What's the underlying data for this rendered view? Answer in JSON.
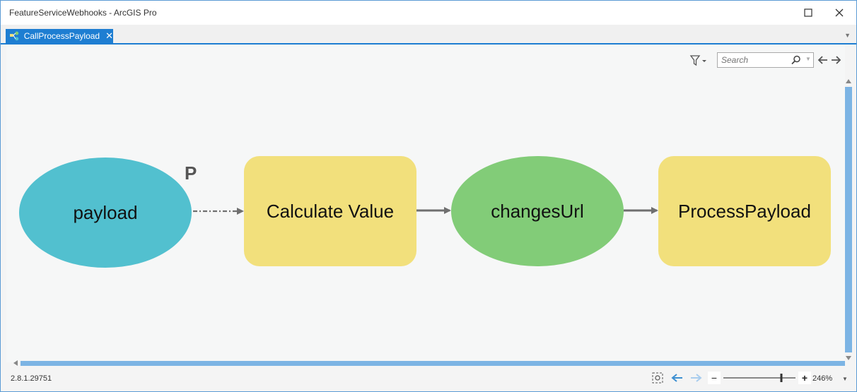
{
  "window": {
    "title": "FeatureServiceWebhooks - ArcGIS Pro",
    "maximize_icon": "maximize-icon",
    "close_icon": "close-icon"
  },
  "tab": {
    "label": "CallProcessPayload",
    "icon": "model-icon",
    "close": "✕"
  },
  "toolbar": {
    "search_placeholder": "Search",
    "filter_icon": "filter-icon"
  },
  "model": {
    "nodes": [
      {
        "id": "payload",
        "label": "payload",
        "shape": "ellipse",
        "color": "#52c0cf"
      },
      {
        "id": "calculate",
        "label": "Calculate Value",
        "shape": "rounded-rect",
        "color": "#f2e07c"
      },
      {
        "id": "changes",
        "label": "changesUrl",
        "shape": "ellipse",
        "color": "#82cc78"
      },
      {
        "id": "process",
        "label": "ProcessPayload",
        "shape": "rounded-rect",
        "color": "#f2e07c"
      }
    ],
    "parameter_marker": "P",
    "connector_color": "#6f6f6f"
  },
  "status": {
    "version": "2.8.1.29751",
    "zoom": "246%",
    "zoom_minus": "−",
    "zoom_plus": "+",
    "zoom_fraction": 0.82
  },
  "colors": {
    "accent": "#1e7ed2",
    "scrollbar": "#7cb4e4"
  }
}
